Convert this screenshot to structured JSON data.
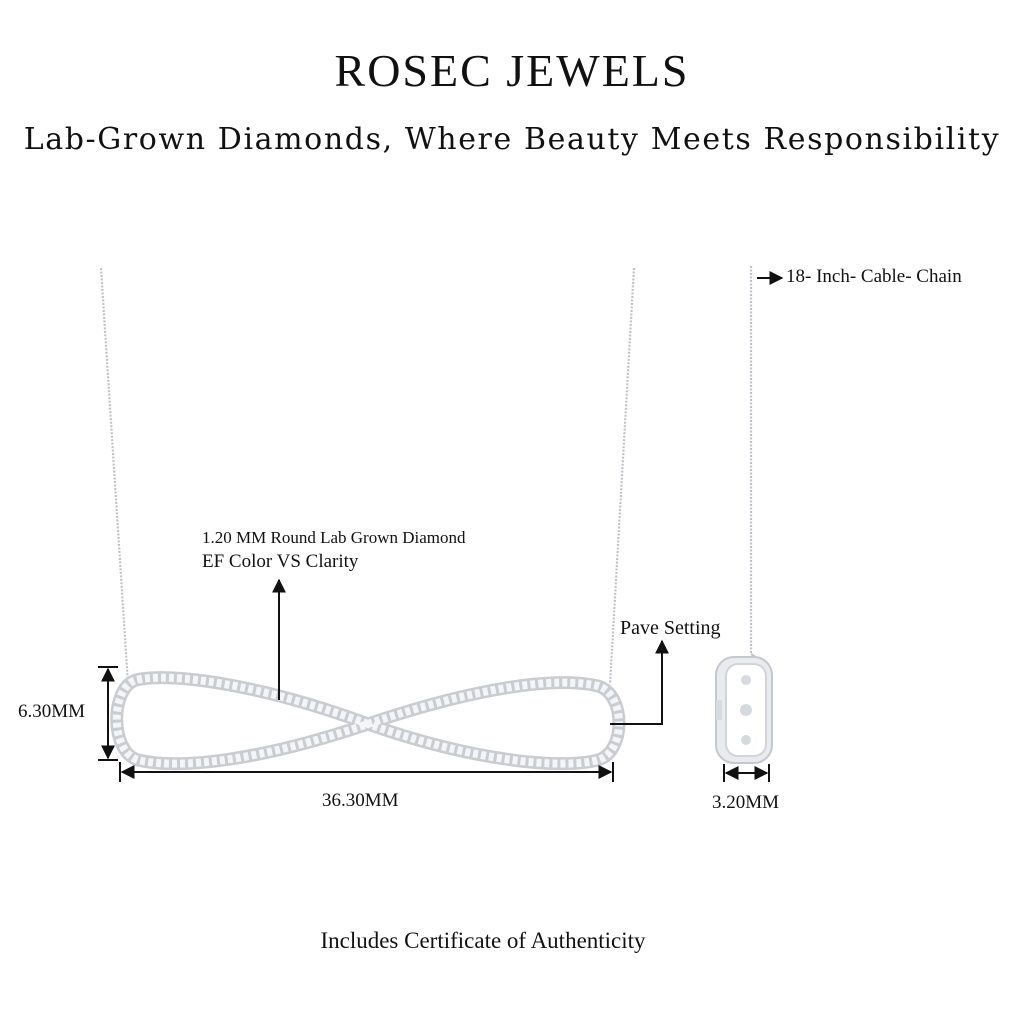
{
  "brand": "ROSEC JEWELS",
  "tagline": "Lab-Grown Diamonds, Where Beauty Meets Responsibility",
  "annotations": {
    "diamond_line1": "1.20 MM Round Lab Grown Diamond",
    "diamond_line2": "EF Color VS Clarity",
    "setting": "Pave Setting",
    "chain": "18- Inch- Cable- Chain"
  },
  "dimensions": {
    "height": "6.30MM",
    "width": "36.30MM",
    "side_depth": "3.20MM"
  },
  "footer": "Includes Certificate of Authenticity",
  "colors": {
    "text": "#111111",
    "metal": "#c9ccd0",
    "stone": "#f4f5f7",
    "background": "#ffffff"
  }
}
